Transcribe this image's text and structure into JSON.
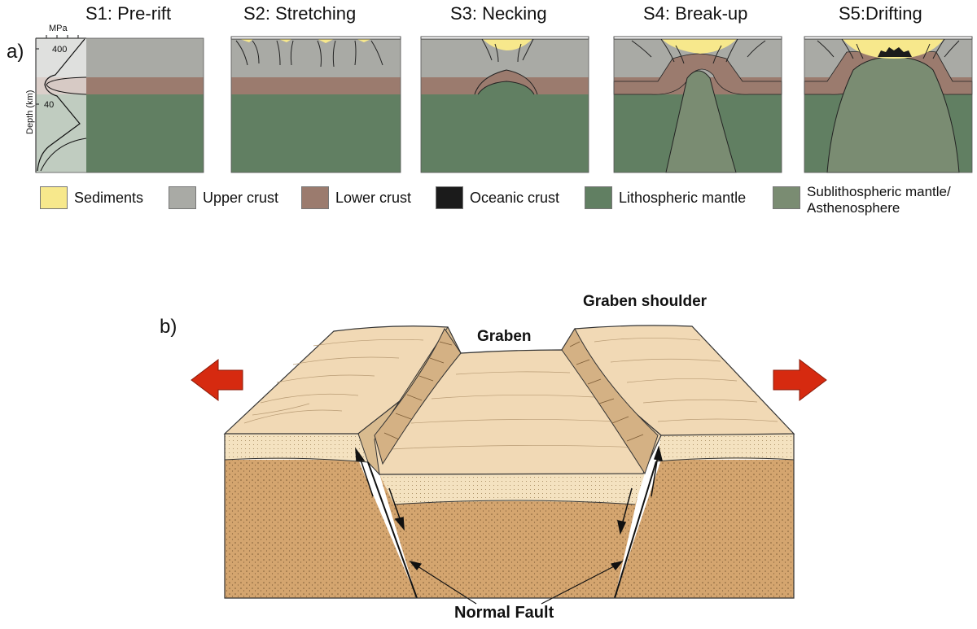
{
  "panel_a": {
    "label": "a)",
    "stages": [
      {
        "title": "S1: Pre-rift"
      },
      {
        "title": "S2: Stretching"
      },
      {
        "title": "S3: Necking"
      },
      {
        "title": "S4: Break-up"
      },
      {
        "title": "S5:Drifting"
      }
    ],
    "strength_profile": {
      "unit_label": "MPa",
      "tick_value": "400",
      "depth_label": "Depth (km)",
      "depth_tick": "40"
    },
    "legend": [
      {
        "label": "Sediments",
        "color": "#f7e88c"
      },
      {
        "label": "Upper crust",
        "color": "#a9aaa5"
      },
      {
        "label": "Lower crust",
        "color": "#9b7b6e"
      },
      {
        "label": "Oceanic crust",
        "color": "#1b1b1b"
      },
      {
        "label": "Lithospheric mantle",
        "color": "#617f62"
      },
      {
        "label": "Sublithospheric mantle/",
        "label2": "Asthenosphere",
        "color": "#7a8c72"
      }
    ]
  },
  "panel_b": {
    "label": "b)",
    "graben": "Graben",
    "graben_shoulder": "Graben shoulder",
    "normal_fault": "Normal Fault",
    "colors": {
      "top": "#f1d9b5",
      "sand": "#f4e2c0",
      "deep": "#d4a56f",
      "arrow": "#d62a10"
    }
  }
}
